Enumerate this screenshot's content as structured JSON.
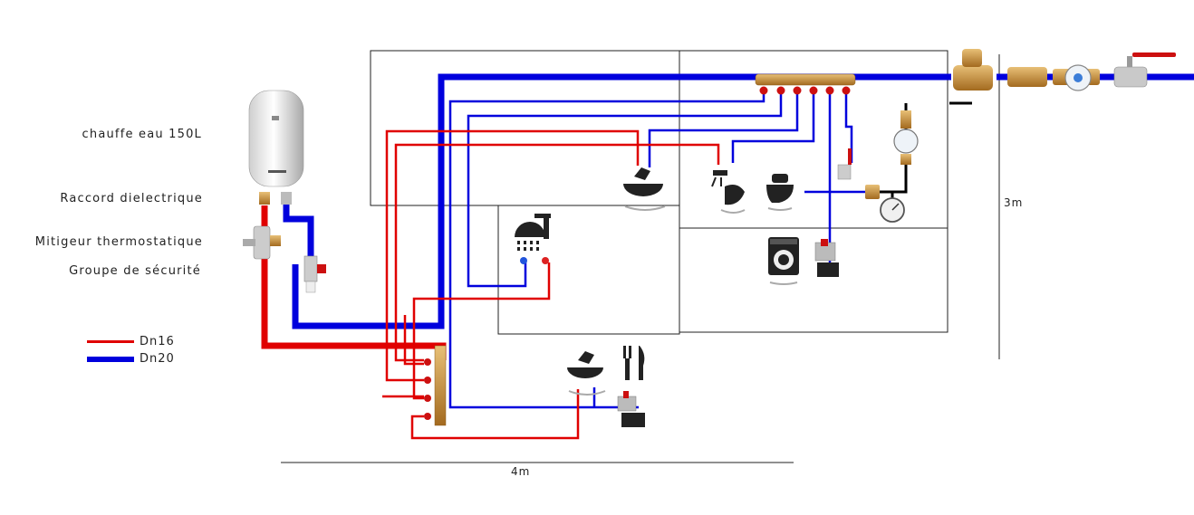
{
  "labels": {
    "water_heater": "chauffe eau 150L",
    "dielectric": "Raccord dielectrique",
    "mixer": "Mitigeur thermostatique",
    "safety_group": "Groupe de sécurité"
  },
  "legend": [
    {
      "name": "Dn16",
      "color": "#e00000"
    },
    {
      "name": "Dn20",
      "color": "#0000dd"
    }
  ],
  "dimensions": {
    "width": "4m",
    "height": "3m"
  },
  "colors": {
    "hot_pipe": "#e00000",
    "cold_pipe": "#0000dd",
    "supply_pipe": "#000000",
    "brass": "#c8903a",
    "valve_red": "#cc1010"
  },
  "icons": [
    "water-heater-icon",
    "shower-icon",
    "sink-icon",
    "hand-wash-icon",
    "toilet-icon",
    "washing-machine-icon",
    "kitchen-sink-icon",
    "cutlery-icon",
    "pressure-reducer-icon",
    "water-meter-icon",
    "ball-valve-icon",
    "pressure-gauge-icon"
  ]
}
